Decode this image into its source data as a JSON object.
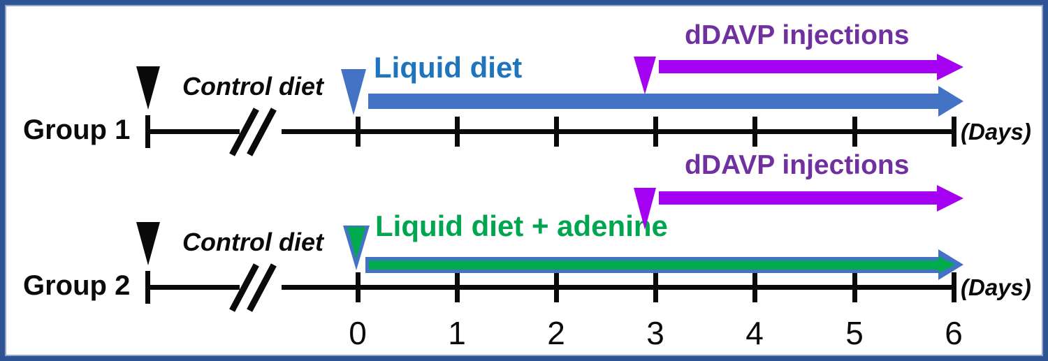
{
  "colors": {
    "frame_border": "#2F5496",
    "black": "#0A0A0A",
    "blue_bar": "#4472C4",
    "blue_text": "#1E75BD",
    "green_bar": "#00AB4E",
    "green_text": "#00A64F",
    "purple_text": "#7030A0",
    "magenta_arrow": "#A400F2"
  },
  "axis": {
    "tick_labels": [
      "0",
      "1",
      "2",
      "3",
      "4",
      "5",
      "6"
    ],
    "unit_label": "(Days)",
    "break_symbol": "//"
  },
  "groups": [
    {
      "name": "Group 1",
      "pre_phase_label": "Control diet",
      "diet_label": "Liquid diet",
      "injections_label": "dDAVP injections",
      "diet_start_day": 0,
      "diet_end_day": 6,
      "injections_start_day": 3,
      "injections_end_day": 6
    },
    {
      "name": "Group 2",
      "pre_phase_label": "Control diet",
      "diet_label": "Liquid diet + adenine",
      "injections_label": "dDAVP injections",
      "diet_start_day": 0,
      "diet_end_day": 6,
      "injections_start_day": 3,
      "injections_end_day": 6
    }
  ]
}
